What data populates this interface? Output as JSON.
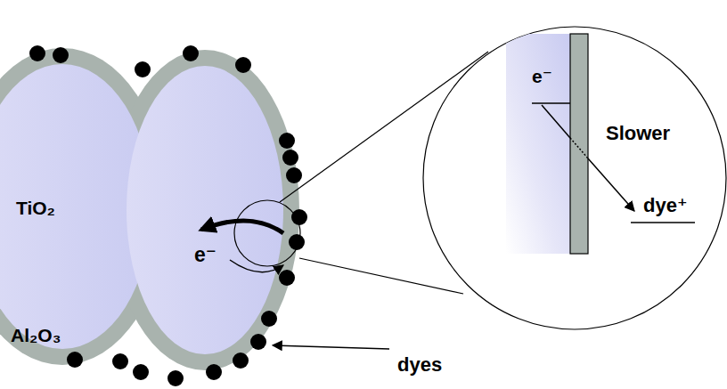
{
  "diagram": {
    "labels": [
      "TiO₂",
      "Al₂O₃",
      "e⁻",
      "dyes",
      "e⁻",
      "Slower",
      "dye⁺"
    ]
  }
}
